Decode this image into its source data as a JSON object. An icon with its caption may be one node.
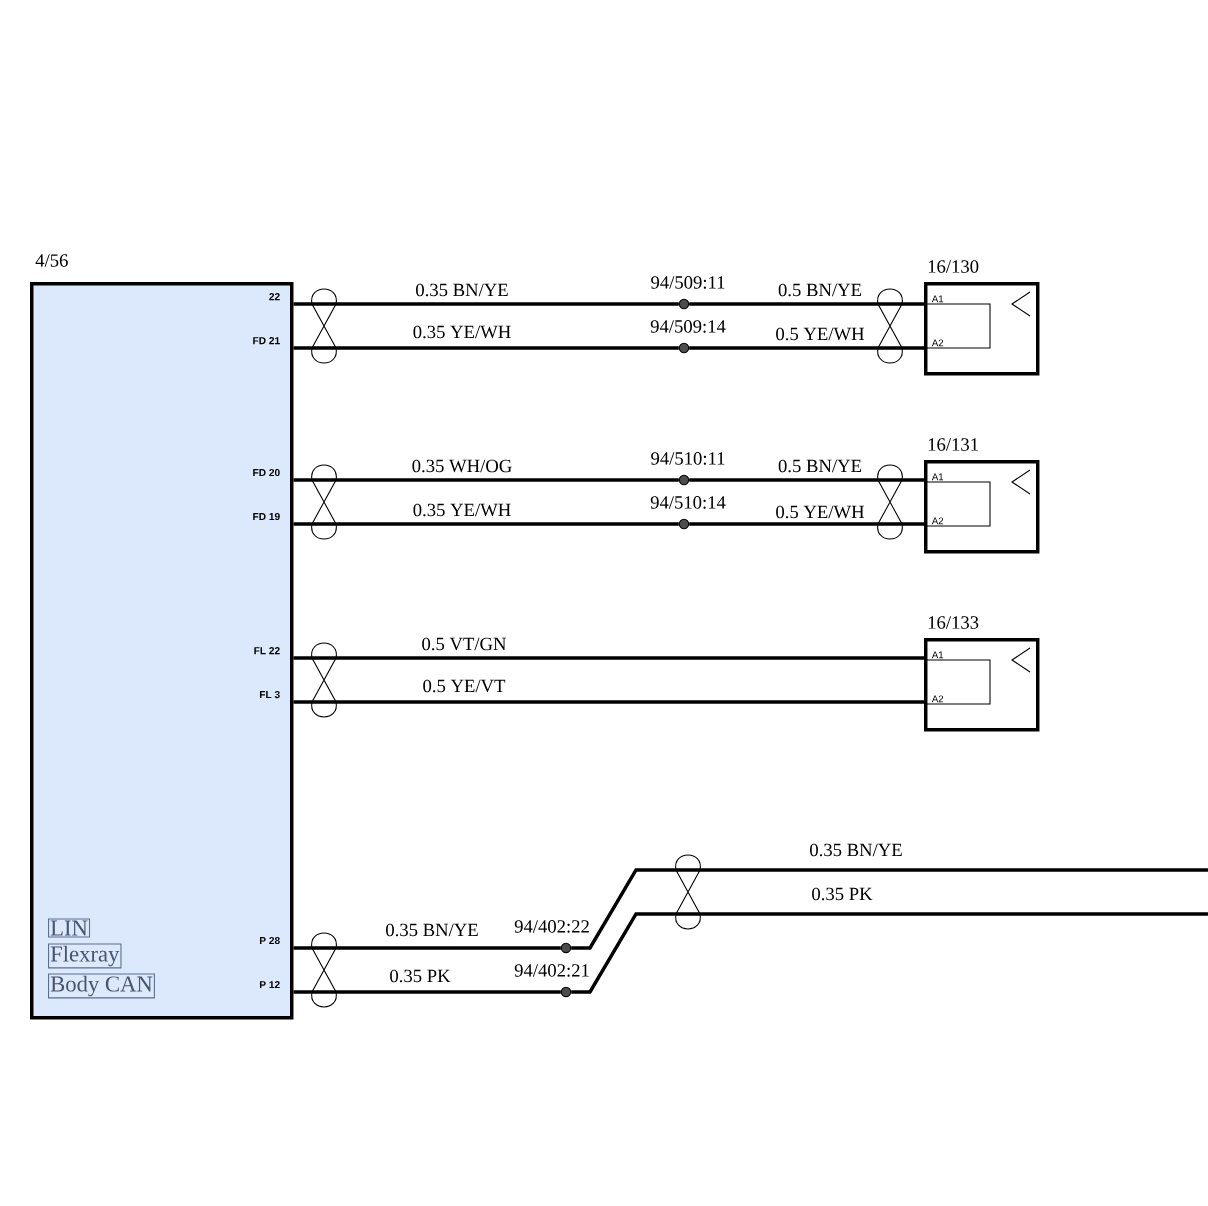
{
  "diagram": {
    "nodes": [
      {
        "text": [
          "4/56"
        ]
      },
      {
        "text": [
          "LIN"
        ],
        "in": 0
      },
      {
        "text": [
          "Flexray"
        ],
        "in": 0
      },
      {
        "text": [
          "Body CAN"
        ],
        "in": 0
      },
      {
        "text": [
          "94/509:11"
        ]
      },
      {
        "text": [
          "94/509:14"
        ]
      },
      {
        "text": [
          "16/130",
          "A1",
          "A2"
        ]
      },
      {
        "text": [
          "94/510:11"
        ]
      },
      {
        "text": [
          "94/510:14"
        ]
      },
      {
        "text": [
          "16/131",
          "A1",
          "A2"
        ]
      },
      {
        "text": [
          "16/133",
          "A1",
          "A2"
        ]
      },
      {
        "text": [
          "94/402:22"
        ]
      },
      {
        "text": [
          "94/402:21"
        ]
      }
    ],
    "edges": [
      {
        "from": 0,
        "to": 4,
        "arrow": "none",
        "label": "0.35 BN/YE"
      },
      {
        "from": 4,
        "to": 6,
        "arrow": "none",
        "label": "0.5 BN/YE"
      },
      {
        "from": 0,
        "to": 5,
        "arrow": "none",
        "label": "0.35 YE/WH"
      },
      {
        "from": 5,
        "to": 6,
        "arrow": "none",
        "label": "0.5 YE/WH"
      },
      {
        "from": 0,
        "to": 7,
        "arrow": "none",
        "label": "0.35 WH/OG"
      },
      {
        "from": 7,
        "to": 9,
        "arrow": "none",
        "label": "0.5 BN/YE"
      },
      {
        "from": 0,
        "to": 8,
        "arrow": "none",
        "label": "0.35 YE/WH"
      },
      {
        "from": 8,
        "to": 9,
        "arrow": "none",
        "label": "0.5 YE/WH"
      },
      {
        "from": 0,
        "to": 10,
        "arrow": "none",
        "label": "0.5 VT/GN"
      },
      {
        "from": 0,
        "to": 10,
        "arrow": "none",
        "label": "0.5 YE/VT"
      },
      {
        "from": 0,
        "to": 11,
        "arrow": "none",
        "label": "0.35 BN/YE"
      },
      {
        "from": 11,
        "to": null,
        "arrow": "none",
        "label": "0.35 BN/YE"
      },
      {
        "from": 0,
        "to": 12,
        "arrow": "none",
        "label": "0.35 PK"
      },
      {
        "from": 12,
        "to": null,
        "arrow": "none",
        "label": "0.35 PK"
      }
    ],
    "labels": [
      "22",
      "FD 21",
      "FD 20",
      "FD 19",
      "FL 22",
      "FL 3",
      "P 28",
      "P 12"
    ]
  }
}
